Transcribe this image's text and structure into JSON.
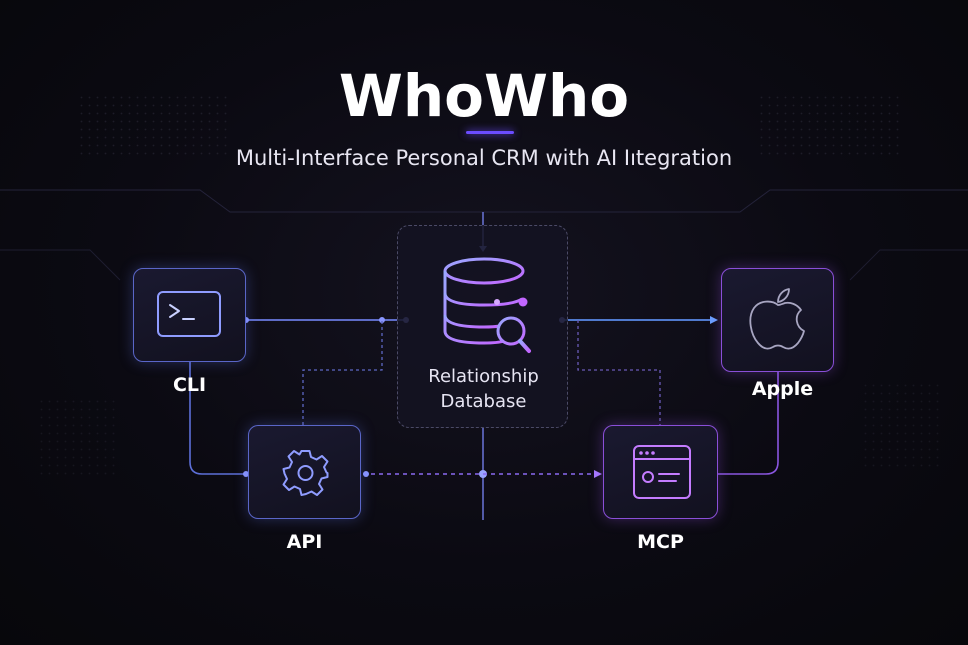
{
  "header": {
    "title": "WhoWho",
    "subtitle": "Multi-Interface Personal CRM with AI Iıtegration"
  },
  "nodes": {
    "cli": {
      "label": "CLI",
      "icon": "terminal-icon"
    },
    "api": {
      "label": "API",
      "icon": "gear-icon"
    },
    "database": {
      "line1": "Relationship",
      "line2": "Database",
      "icon": "database-search-icon"
    },
    "apple": {
      "label": "Apple",
      "icon": "apple-logo-icon"
    },
    "mcp": {
      "label": "MCP",
      "icon": "browser-window-icon"
    }
  },
  "colors": {
    "background": "#0b0a12",
    "blue_accent": "#5a66c8",
    "violet_accent": "#8a4fd8",
    "title_underline": "#6b4cff"
  }
}
